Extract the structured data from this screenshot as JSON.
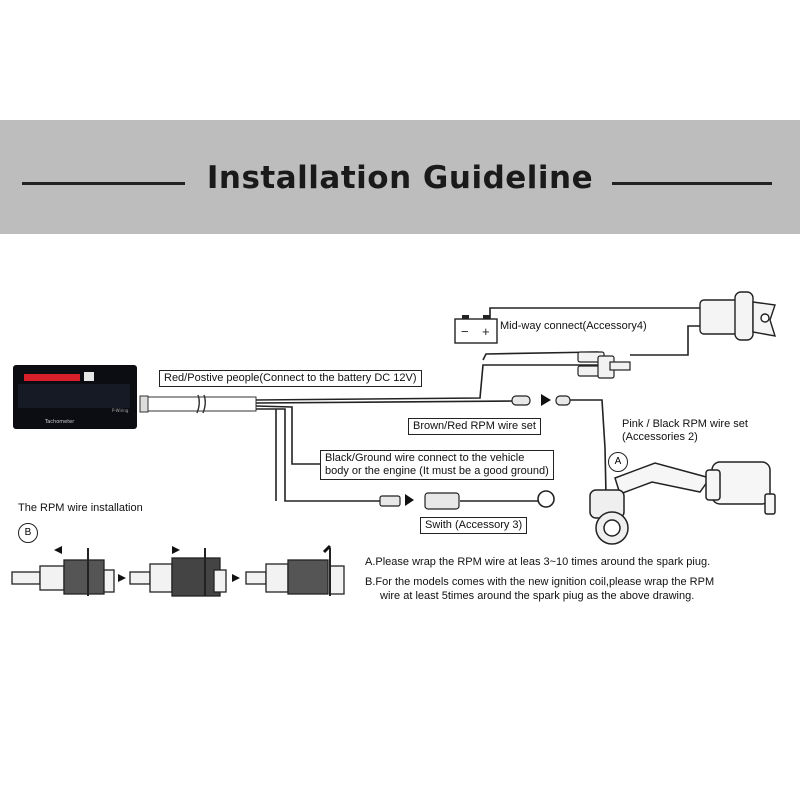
{
  "header": {
    "title": "Installation Guideline"
  },
  "gauge": {
    "label": "Tachometer",
    "sub_label": "P-Wiring"
  },
  "battery": {
    "minus": "−",
    "plus": "+"
  },
  "labels": {
    "midway": "Mid-way connect(Accessory4)",
    "red": "Red/Postive people(Connect to the battery DC 12V)",
    "brown": "Brown/Red RPM wire set",
    "pink_1": "Pink / Black RPM wire set",
    "pink_2": "(Accessories 2)",
    "black_1": "Black/Ground wire connect to the vehicle",
    "black_2": "body or the engine (It must be a good ground)",
    "switch": "Swith (Accessory 3)"
  },
  "markers": {
    "a": "A",
    "b": "B"
  },
  "rpm_section": {
    "title": "The RPM wire installation"
  },
  "notes": {
    "a": "A.Please wrap the RPM wire at leas 3~10 times around the spark piug.",
    "b1": "B.For the models comes with the new ignition coil,please wrap the RPM",
    "b2": "wire at least 5times around the spark piug as the above drawing."
  },
  "colors": {
    "banner": "#bdbdbd",
    "display_red": "#d8202a",
    "wire": "#222222"
  }
}
